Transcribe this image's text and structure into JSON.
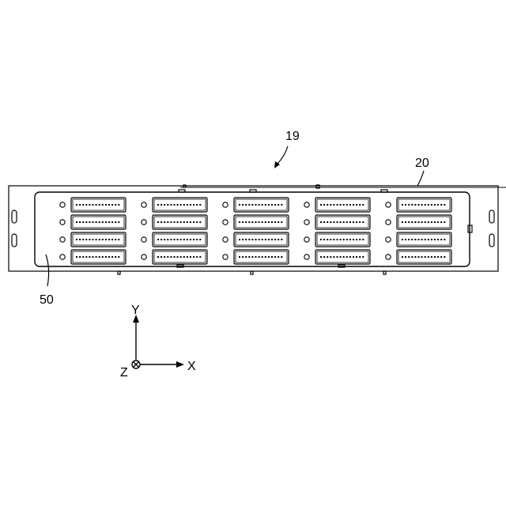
{
  "labels": {
    "assembly": "19",
    "chassis": "20",
    "panel": "50"
  },
  "axes": {
    "y": "Y",
    "x": "X",
    "z": "Z"
  },
  "grid": {
    "columns": 5,
    "rows": 4
  },
  "colors": {
    "line": "#000000",
    "background": "#ffffff"
  }
}
